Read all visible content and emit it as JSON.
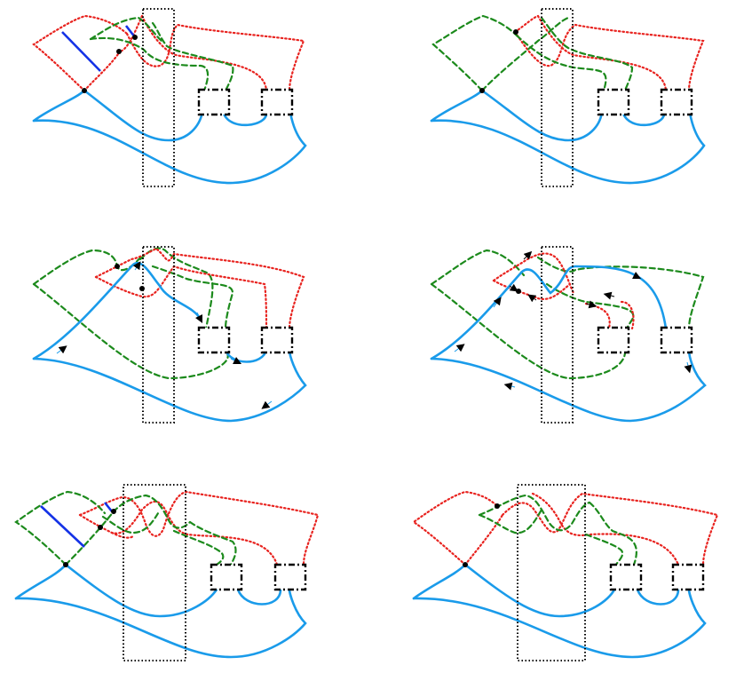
{
  "figure": {
    "panel_count": 6,
    "colors": {
      "red": "#e8231f",
      "green": "#1c8a1c",
      "cyan": "#1a9bea",
      "blue": "#1432e6",
      "black": "#000000"
    },
    "line_styles": {
      "red": "dotted",
      "green": "dashed",
      "cyan": "solid",
      "blue": "solid",
      "rectangle": "dotted",
      "boxes": "dash-dot"
    },
    "panels": [
      {
        "position": "top-left",
        "has_blue_chords": true,
        "has_arrows": false
      },
      {
        "position": "top-right",
        "has_blue_chords": false,
        "has_arrows": false
      },
      {
        "position": "middle-left",
        "has_blue_chords": false,
        "has_arrows": true
      },
      {
        "position": "middle-right",
        "has_blue_chords": false,
        "has_arrows": true
      },
      {
        "position": "bottom-left",
        "has_blue_chords": true,
        "has_arrows": false
      },
      {
        "position": "bottom-right",
        "has_blue_chords": false,
        "has_arrows": false
      }
    ]
  }
}
